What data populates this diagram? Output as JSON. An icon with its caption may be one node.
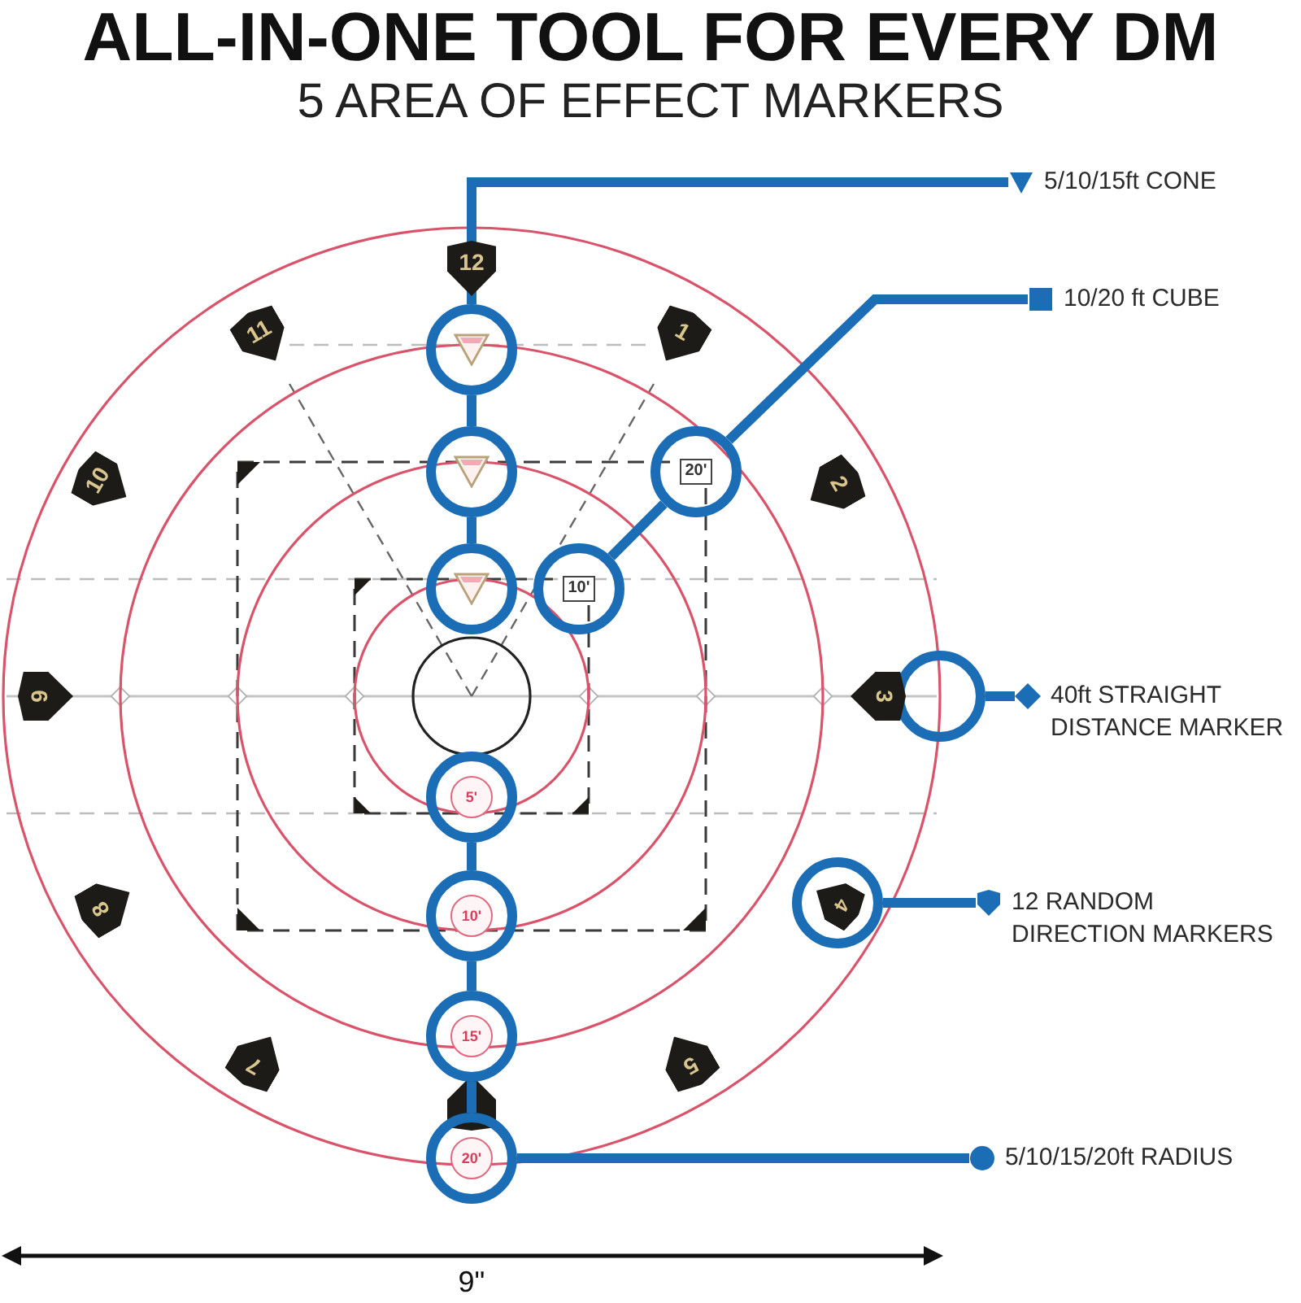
{
  "diagram": {
    "title": "ALL-IN-ONE TOOL FOR EVERY DM",
    "nodes": [
      {
        "text": [
          "5/10/15ft CONE"
        ]
      },
      {
        "text": [
          "10/20 ft CUBE"
        ]
      },
      {
        "text": [],
        "shape": "circle"
      },
      {
        "text": [],
        "shape": "circle"
      },
      {
        "text": [
          "20'"
        ]
      },
      {
        "text": [],
        "shape": "circle"
      },
      {
        "text": [
          "10'"
        ]
      },
      {
        "text": [],
        "shape": "circle"
      },
      {
        "text": [
          "40ft STRAIGHT DISTANCE MARKER"
        ]
      },
      {
        "text": [
          "5'"
        ]
      },
      {
        "text": [
          "4"
        ]
      },
      {
        "text": [
          "12 RANDOM DIRECTION MARKERS"
        ]
      },
      {
        "text": [
          "10'"
        ]
      },
      {
        "text": [
          "15'"
        ]
      },
      {
        "text": [
          "20'"
        ]
      },
      {
        "text": [
          "5/10/15/20ft RADIUS"
        ]
      }
    ],
    "edges": [
      {
        "from": 0,
        "to": 2,
        "arrow": "none"
      },
      {
        "from": 2,
        "to": 3,
        "arrow": "none"
      },
      {
        "from": 3,
        "to": 5,
        "arrow": "none"
      },
      {
        "from": 1,
        "to": 4,
        "arrow": "none"
      },
      {
        "from": 4,
        "to": 6,
        "arrow": "none"
      },
      {
        "from": 8,
        "to": 7,
        "arrow": "none"
      },
      {
        "from": 11,
        "to": 10,
        "arrow": "none"
      },
      {
        "from": 15,
        "to": 14,
        "arrow": "none"
      },
      {
        "from": 14,
        "to": 13,
        "arrow": "none"
      },
      {
        "from": 13,
        "to": 12,
        "arrow": "none"
      },
      {
        "from": 12,
        "to": 9,
        "arrow": "none"
      }
    ],
    "labels": [
      "5 AREA OF EFFECT MARKERS",
      "12",
      "11",
      "1",
      "10",
      "2",
      "9",
      "3",
      "8",
      "7",
      "5",
      "9\""
    ]
  }
}
